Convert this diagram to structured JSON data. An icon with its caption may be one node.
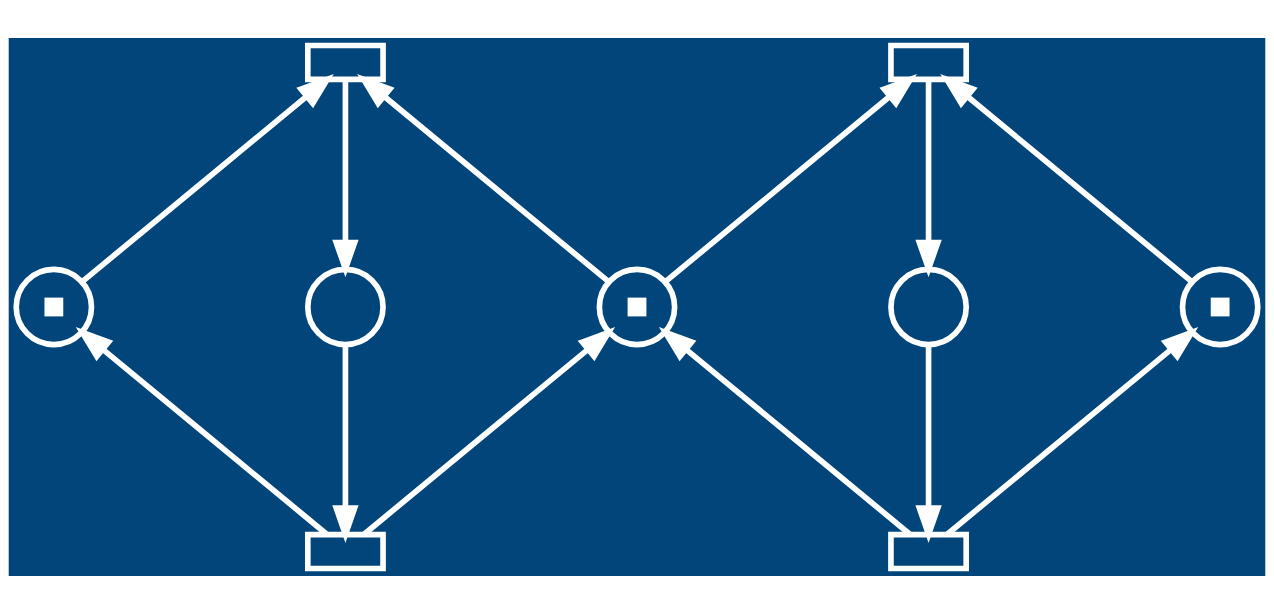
{
  "diagram": {
    "nodes": [
      {
        "text": [],
        "shape": "box"
      },
      {
        "text": [],
        "shape": "box"
      },
      {
        "text": [],
        "shape": "circle"
      },
      {
        "text": [],
        "shape": "circle"
      },
      {
        "text": [],
        "shape": "circle"
      },
      {
        "text": [],
        "shape": "circle"
      },
      {
        "text": [],
        "shape": "circle"
      },
      {
        "text": [],
        "shape": "box"
      },
      {
        "text": [],
        "shape": "box"
      }
    ],
    "edges": [
      {
        "from": 2,
        "to": 0,
        "arrow": "to"
      },
      {
        "from": 0,
        "to": 3,
        "arrow": "to"
      },
      {
        "from": 4,
        "to": 0,
        "arrow": "to"
      },
      {
        "from": 3,
        "to": 7,
        "arrow": "to"
      },
      {
        "from": 7,
        "to": 2,
        "arrow": "to"
      },
      {
        "from": 7,
        "to": 4,
        "arrow": "to"
      },
      {
        "from": 4,
        "to": 1,
        "arrow": "to"
      },
      {
        "from": 6,
        "to": 1,
        "arrow": "to"
      },
      {
        "from": 1,
        "to": 5,
        "arrow": "to"
      },
      {
        "from": 5,
        "to": 8,
        "arrow": "to"
      },
      {
        "from": 8,
        "to": 4,
        "arrow": "to"
      },
      {
        "from": 8,
        "to": 6,
        "arrow": "to"
      }
    ]
  }
}
